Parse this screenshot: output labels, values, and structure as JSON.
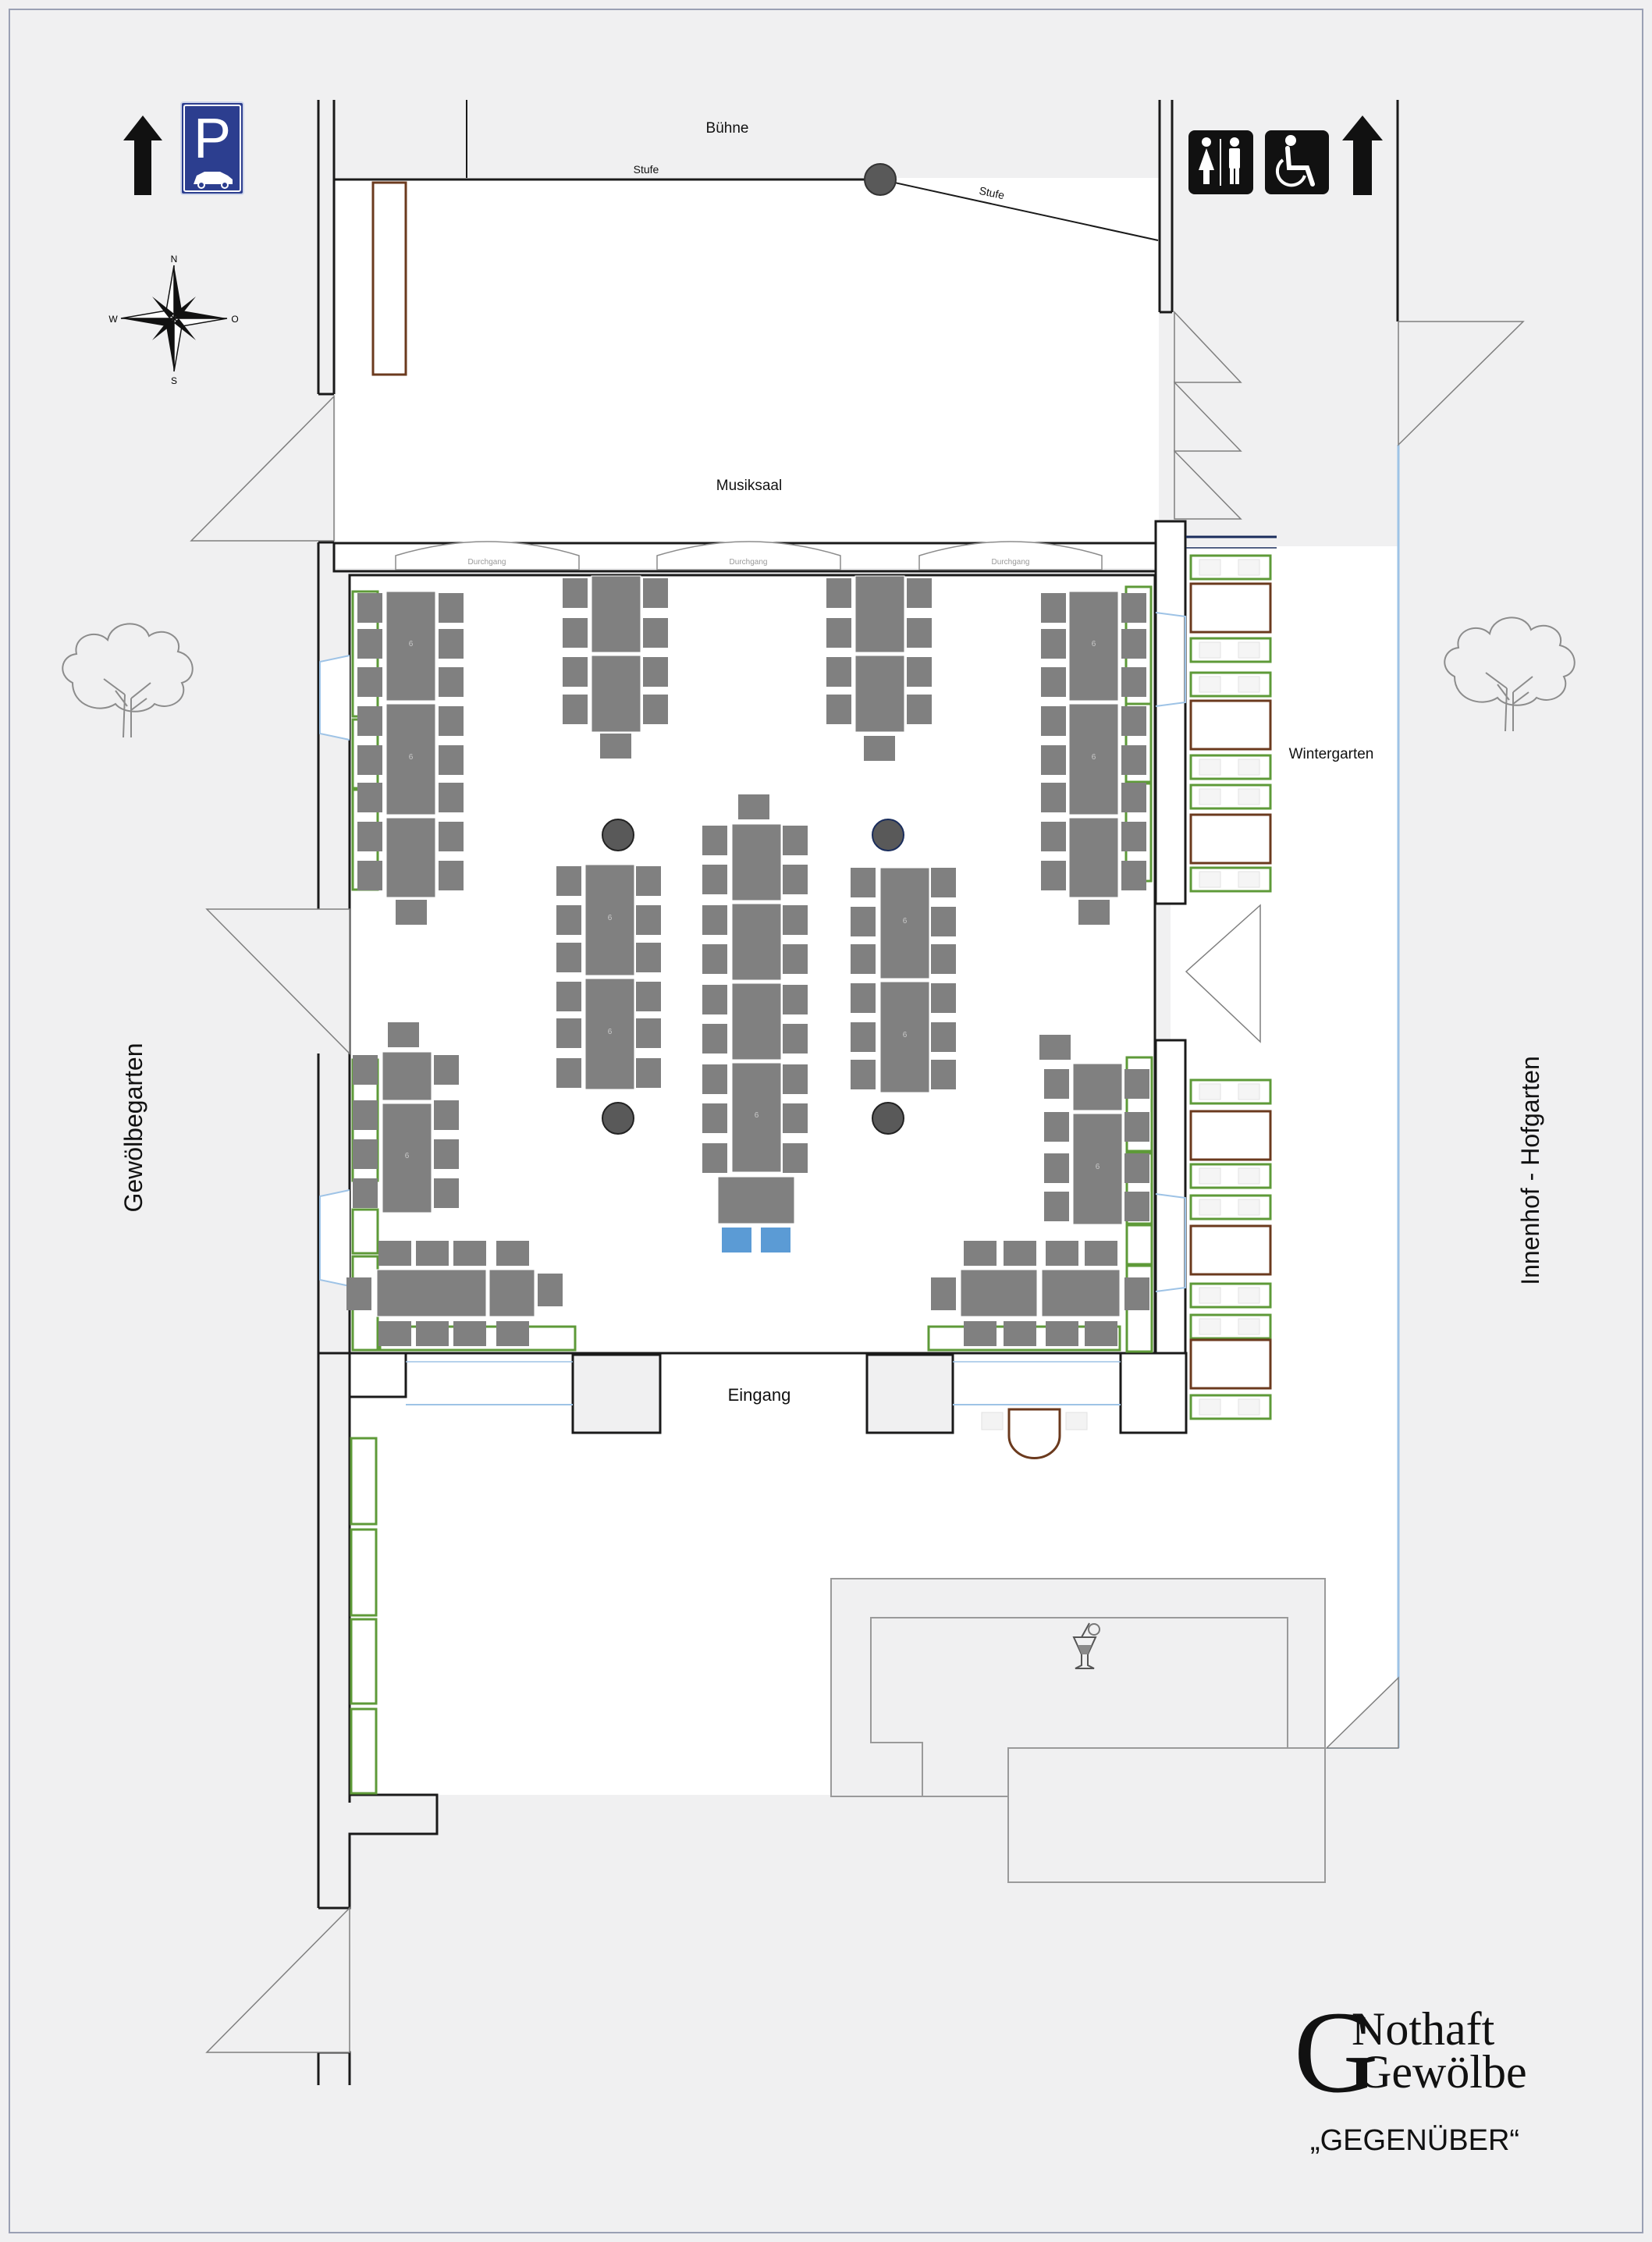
{
  "labels": {
    "stage": "Bühne",
    "step": "Stufe",
    "music_hall": "Musiksaal",
    "passage": "Durchgang",
    "winter_garden": "Wintergarten",
    "entrance": "Eingang",
    "vault_garden": "Gewölbegarten",
    "courtyard": "Innenhof - Hofgarten",
    "table_seats": "6"
  },
  "compass": {
    "north": "N",
    "south": "S",
    "west": "W",
    "east": "O"
  },
  "parking_sign": {
    "letter": "P"
  },
  "logo": {
    "line1": "Nothaft",
    "line2": "Gewölbe",
    "initial": "G",
    "subtitle": "„GEGENÜBER“"
  },
  "colors": {
    "background": "#f0f0f1",
    "floor": "#ffffff",
    "wall": "#1a1a1a",
    "table": "#808080",
    "planter": "#5e9a38",
    "wood": "#6b3a1e",
    "window": "#9ec3e6",
    "highlight_chair": "#5b9bd5",
    "parking_sign": "#2c3e8f"
  }
}
